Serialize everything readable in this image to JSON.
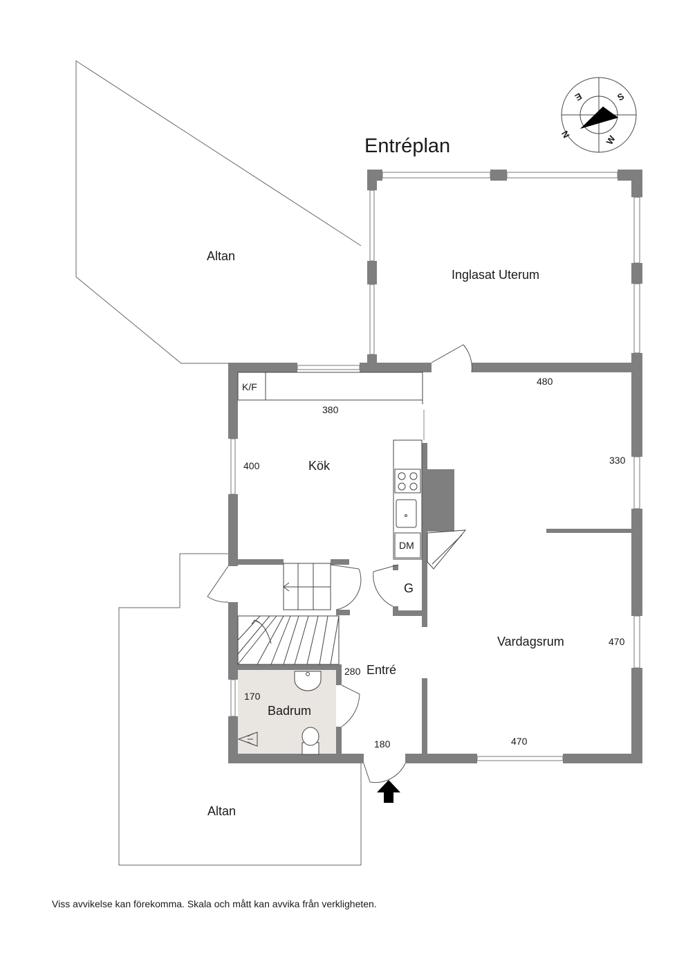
{
  "title": "Entréplan",
  "compass": {
    "letters": [
      "S",
      "W",
      "N",
      "E"
    ]
  },
  "rooms": {
    "altan_top": "Altan",
    "uterum": "Inglasat Uterum",
    "kok": "Kök",
    "vardagsrum": "Vardagsrum",
    "entre": "Entré",
    "badrum": "Badrum",
    "altan_bottom": "Altan"
  },
  "fixtures": {
    "kf": "K/F",
    "dm": "DM",
    "g": "G"
  },
  "dimensions": {
    "d380": "380",
    "d480": "480",
    "d400": "400",
    "d330": "330",
    "d470_right": "470",
    "d280": "280",
    "d170": "170",
    "d180": "180",
    "d470_bottom": "470"
  },
  "disclaimer": "Viss avvikelse kan förekomma. Skala och mått kan avvika från verkligheten.",
  "colors": {
    "wall": "#7f7f7f",
    "line": "#555555",
    "bathroom_floor": "#e9e5e0"
  }
}
